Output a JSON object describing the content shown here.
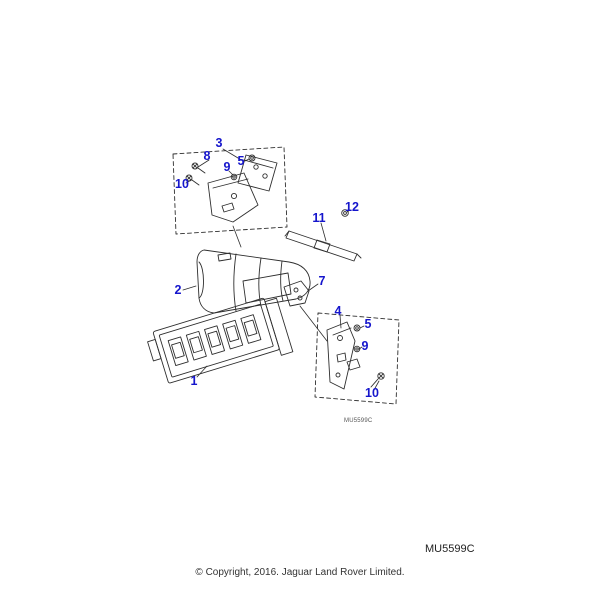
{
  "colors": {
    "background": "#ffffff",
    "callout": "#1515cc",
    "line": "#2e2e2e"
  },
  "callouts": [
    {
      "label": "3"
    },
    {
      "label": "8"
    },
    {
      "label": "9"
    },
    {
      "label": "5"
    },
    {
      "label": "10"
    },
    {
      "label": "12"
    },
    {
      "label": "11"
    },
    {
      "label": "2"
    },
    {
      "label": "7"
    },
    {
      "label": "4"
    },
    {
      "label": "5"
    },
    {
      "label": "9"
    },
    {
      "label": "10"
    },
    {
      "label": "1"
    }
  ],
  "diagram": {
    "inline_code": "MU5599C"
  },
  "footer": {
    "code": "MU5599C",
    "copyright": "© Copyright, 2016. Jaguar Land Rover Limited."
  }
}
